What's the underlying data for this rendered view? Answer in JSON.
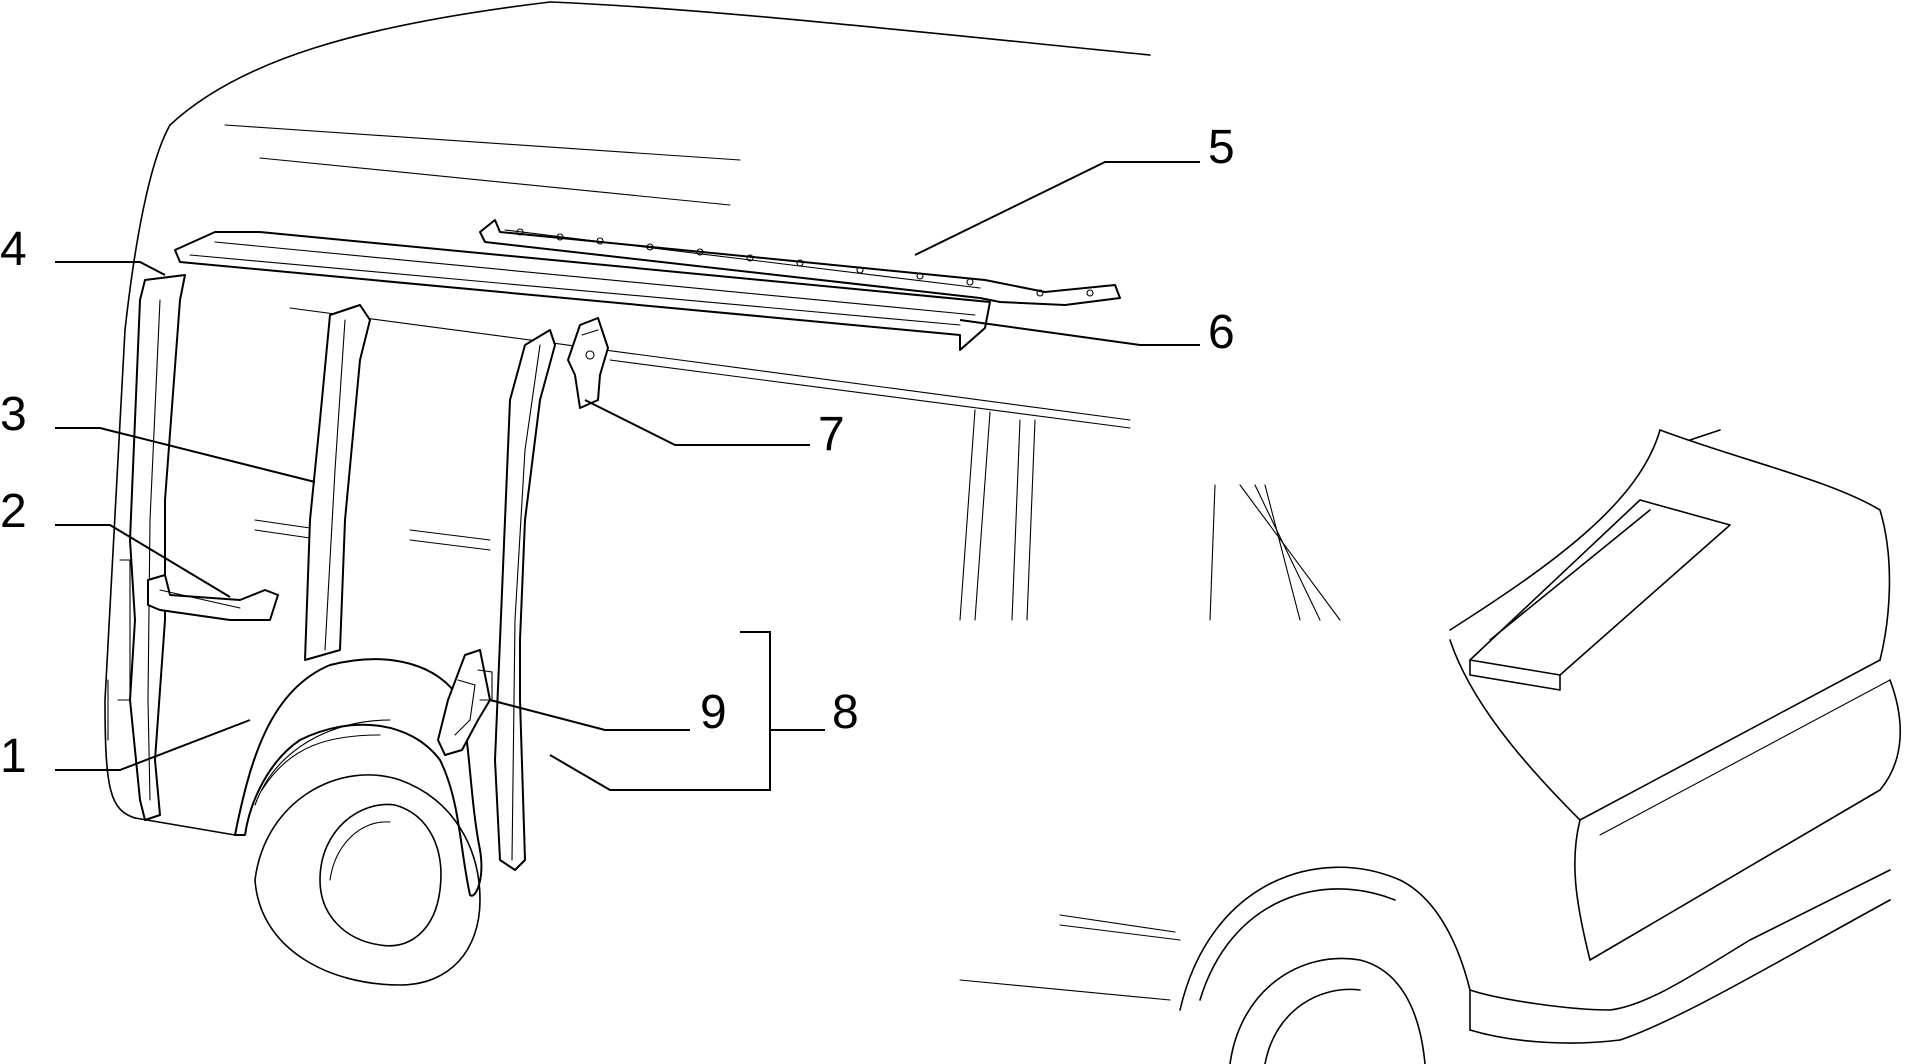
{
  "diagram": {
    "callouts": [
      {
        "id": "1",
        "label": "1"
      },
      {
        "id": "2",
        "label": "2"
      },
      {
        "id": "3",
        "label": "3"
      },
      {
        "id": "4",
        "label": "4"
      },
      {
        "id": "5",
        "label": "5"
      },
      {
        "id": "6",
        "label": "6"
      },
      {
        "id": "7",
        "label": "7"
      },
      {
        "id": "8",
        "label": "8"
      },
      {
        "id": "9",
        "label": "9"
      }
    ],
    "colors": {
      "ink": "#000000",
      "background": "#ffffff"
    }
  }
}
